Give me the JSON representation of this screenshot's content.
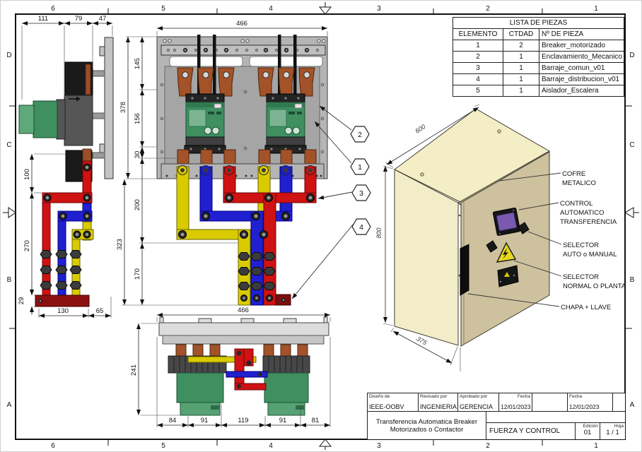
{
  "sheet": {
    "grid_cols": [
      "6",
      "5",
      "4",
      "3",
      "2",
      "1"
    ],
    "grid_rows": [
      "D",
      "C",
      "B",
      "A"
    ]
  },
  "parts_list": {
    "title": "LISTA DE PIEZAS",
    "col_elemento": "ELEMENTO",
    "col_ctdad": "CTDAD",
    "col_pieza": "Nº DE PIEZA",
    "rows": [
      {
        "e": "1",
        "c": "2",
        "p": "Breaker_motorizado"
      },
      {
        "e": "2",
        "c": "1",
        "p": "Enclavamiento_Mecanico"
      },
      {
        "e": "3",
        "c": "1",
        "p": "Barraje_comun_v01"
      },
      {
        "e": "4",
        "c": "1",
        "p": "Barraje_distribucion_v01"
      },
      {
        "e": "5",
        "c": "1",
        "p": "Aislador_Escalera"
      }
    ]
  },
  "title_block": {
    "designed_label": "Diseño de",
    "designed_value": "IEEE-OOBV",
    "reviewed_label": "Revisado por",
    "reviewed_value": "INGENIERIA",
    "approved_label": "Aprobado por",
    "approved_value": "GERENCIA",
    "date1_label": "Fecha",
    "date1_value": "12/01/2023",
    "date2_label": "Fecha",
    "date2_value": "12/01/2023",
    "title_line1": "Transferencia Automatica Breaker",
    "title_line2": "Motorizados o Contactor",
    "system": "FUERZA Y CONTROL",
    "edition_label": "Edición",
    "edition_value": "01",
    "sheet_label": "Hoja",
    "sheet_value": "1 / 1"
  },
  "balloons": {
    "n1": "1",
    "n2": "2",
    "n3": "3",
    "n4": "4"
  },
  "callouts": {
    "cofre_l1": "COFRE",
    "cofre_l2": "METALICO",
    "control_l1": "CONTROL",
    "control_l2": "AUTOMATICO",
    "control_l3": "TRANSFERENCIA",
    "sel_auto_l1": "SELECTOR",
    "sel_auto_l2": "AUTO o MANUAL",
    "sel_normal_l1": "SELECTOR",
    "sel_normal_l2": "NORMAL O PLANTA",
    "chapa": "CHAPA + LLAVE"
  },
  "dims": {
    "front": {
      "width": "466",
      "h1": "145",
      "h2": "156",
      "h3": "30",
      "total": "378",
      "low1": "200",
      "low2": "170",
      "low_total": "323"
    },
    "side": {
      "t1": "111",
      "t2": "79",
      "t3": "47",
      "l1": "100",
      "l2": "270",
      "l3": "29",
      "b1": "130",
      "b2": "65"
    },
    "bottom": {
      "width": "466",
      "height": "241",
      "s1": "84",
      "s2": "91",
      "s3": "119",
      "s4": "91",
      "s5": "81"
    },
    "enclosure": {
      "width": "600",
      "height": "800",
      "depth": "375"
    }
  },
  "colors": {
    "phase_a": "#d9cb00",
    "phase_b": "#2020d0",
    "phase_c": "#cf1212",
    "copper": "#a35327",
    "breaker_green": "#3f8f60",
    "enclosure_front": "#cec19e",
    "enclosure_top": "#f4eec6",
    "hmi_screen": "#7a5ab0"
  }
}
